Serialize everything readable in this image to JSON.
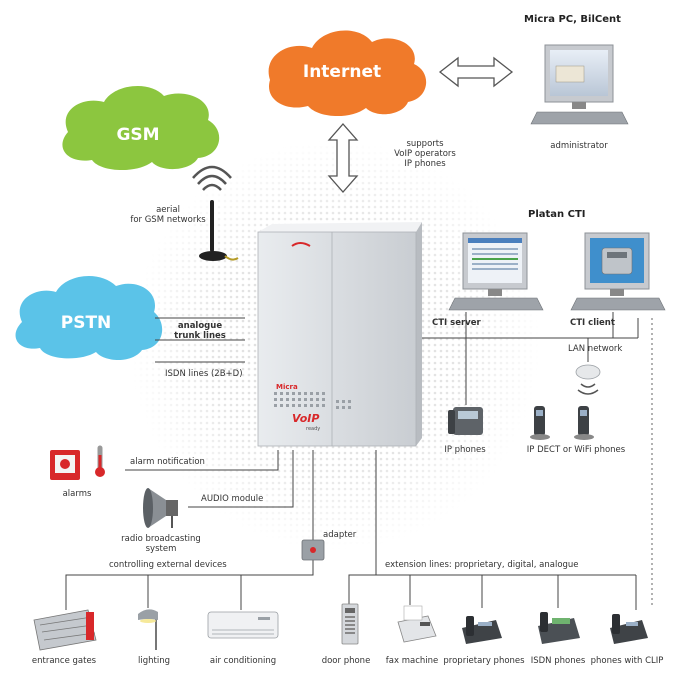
{
  "clouds": {
    "internet": "Internet",
    "gsm": "GSM",
    "pstn": "PSTN"
  },
  "titles": {
    "micra_pc": "Micra PC, BilCent",
    "platan_cti": "Platan CTI"
  },
  "labels": {
    "administrator": "administrator",
    "supports_line1": "supports",
    "supports_line2": "VoIP operators",
    "supports_line3": "IP phones",
    "aerial_line1": "aerial",
    "aerial_line2": "for GSM networks",
    "analogue_line1": "analogue",
    "analogue_line2": "trunk lines",
    "isdn_lines": "ISDN lines (2B+D)",
    "cti_server": "CTI server",
    "cti_client": "CTI client",
    "lan_network": "LAN network",
    "ip_phones": "IP phones",
    "ip_dect": "IP DECT or WiFi phones",
    "alarm_notification": "alarm notification",
    "alarms": "alarms",
    "audio_module": "AUDIO module",
    "radio_line1": "radio broadcasting",
    "radio_line2": "system",
    "adapter": "adapter",
    "controlling": "controlling external devices",
    "extension_lines": "extension lines: proprietary, digital, analogue"
  },
  "devices_left": [
    "entrance gates",
    "lighting",
    "air conditioning"
  ],
  "devices_right": [
    "door phone",
    "fax machine",
    "proprietary phones",
    "ISDN phones",
    "phones with CLIP"
  ],
  "pbx_logo": {
    "brand": "Micra",
    "model": "VoIP",
    "sub": "ready"
  },
  "colors": {
    "internet_cloud": "#f07a2a",
    "gsm_cloud": "#8cc63f",
    "pstn_cloud": "#5bc3e8",
    "lines": "#444444",
    "pbx_body": "#dcdfe3",
    "logo_red": "#d8282a"
  }
}
